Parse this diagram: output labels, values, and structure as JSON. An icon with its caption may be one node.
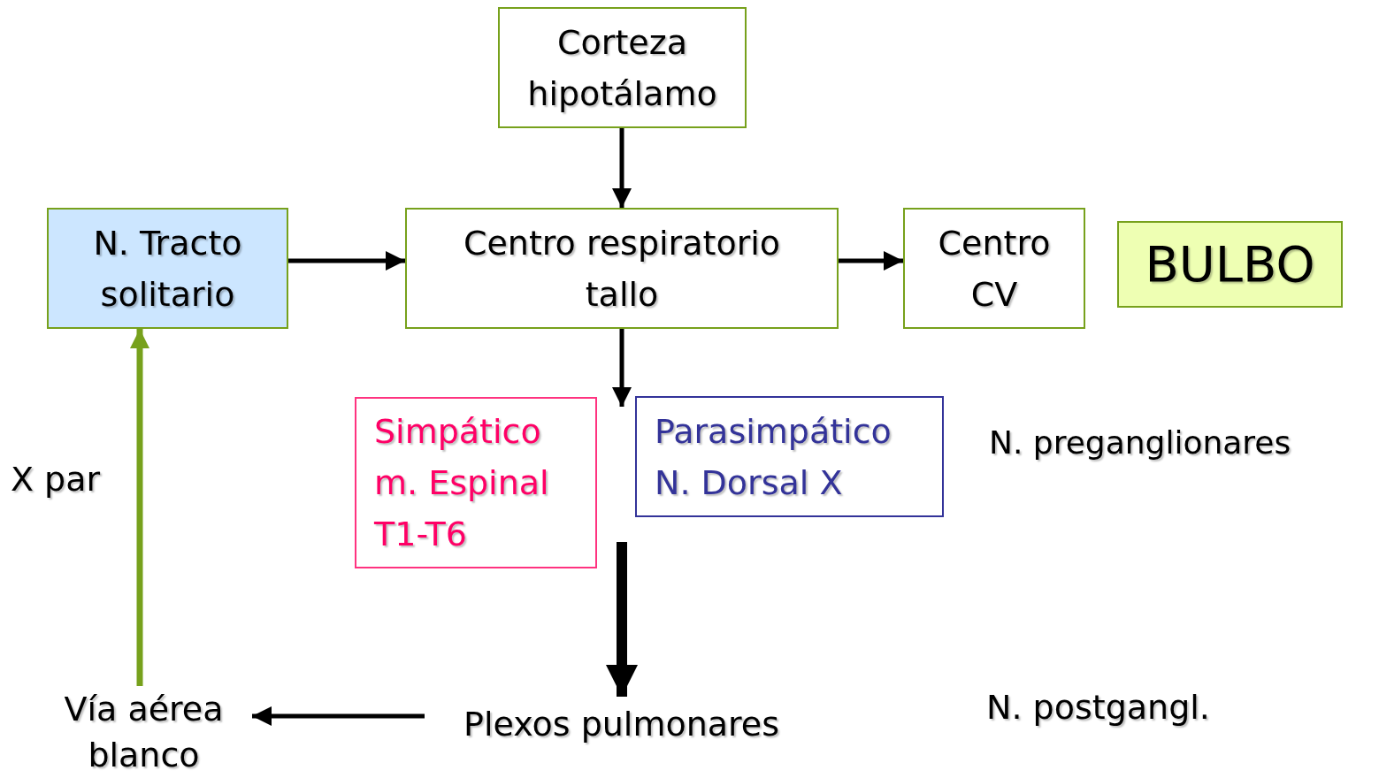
{
  "diagram": {
    "nodes": [
      {
        "text": [
          "Corteza hipotálamo"
        ]
      },
      {
        "text": [
          "N. Tracto solitario"
        ]
      },
      {
        "text": [
          "Centro respiratorio tallo"
        ]
      },
      {
        "text": [
          "Centro CV"
        ]
      },
      {
        "text": [
          "BULBO"
        ]
      },
      {
        "text": [
          "Simpático",
          "m. Espinal",
          "T1-T6"
        ]
      },
      {
        "text": [
          "Parasimpático",
          "N. Dorsal X"
        ]
      },
      {
        "text": [
          "Plexos pulmonares"
        ]
      },
      {
        "text": [
          "Vía aérea blanco"
        ]
      }
    ],
    "edges": [
      {
        "from": 0,
        "to": 2,
        "arrow": "to"
      },
      {
        "from": 1,
        "to": 2,
        "arrow": "to"
      },
      {
        "from": 2,
        "to": 3,
        "arrow": "to"
      },
      {
        "from": 2,
        "to": 6,
        "arrow": "to"
      },
      {
        "from": null,
        "to": 7,
        "arrow": "to",
        "style": "thick"
      },
      {
        "from": 7,
        "to": 8,
        "arrow": "to"
      },
      {
        "from": 8,
        "to": 1,
        "arrow": "to",
        "color": "#77a11c"
      }
    ],
    "labels": [
      "X par",
      "N. preganglionares",
      "N. postgangl."
    ]
  }
}
